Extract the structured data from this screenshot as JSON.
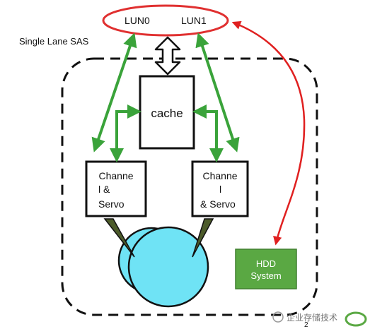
{
  "diagram": {
    "lane_label": "Single Lane SAS",
    "luns": [
      "LUN0",
      "LUN1"
    ],
    "cache_label": "cache",
    "channel_left": [
      "Channe",
      "l &",
      "Servo"
    ],
    "channel_right": [
      "Channe",
      "l",
      "& Servo"
    ],
    "hdd_system": [
      "HDD",
      "System"
    ],
    "page_number": "2",
    "watermark": "企业存储技术"
  },
  "colors": {
    "lun_oval": "#e03030",
    "green_arrow": "#3aa33a",
    "red_arrow": "#e02020",
    "hdd_box": "#5aa843",
    "platter": "#6fe3f5"
  }
}
